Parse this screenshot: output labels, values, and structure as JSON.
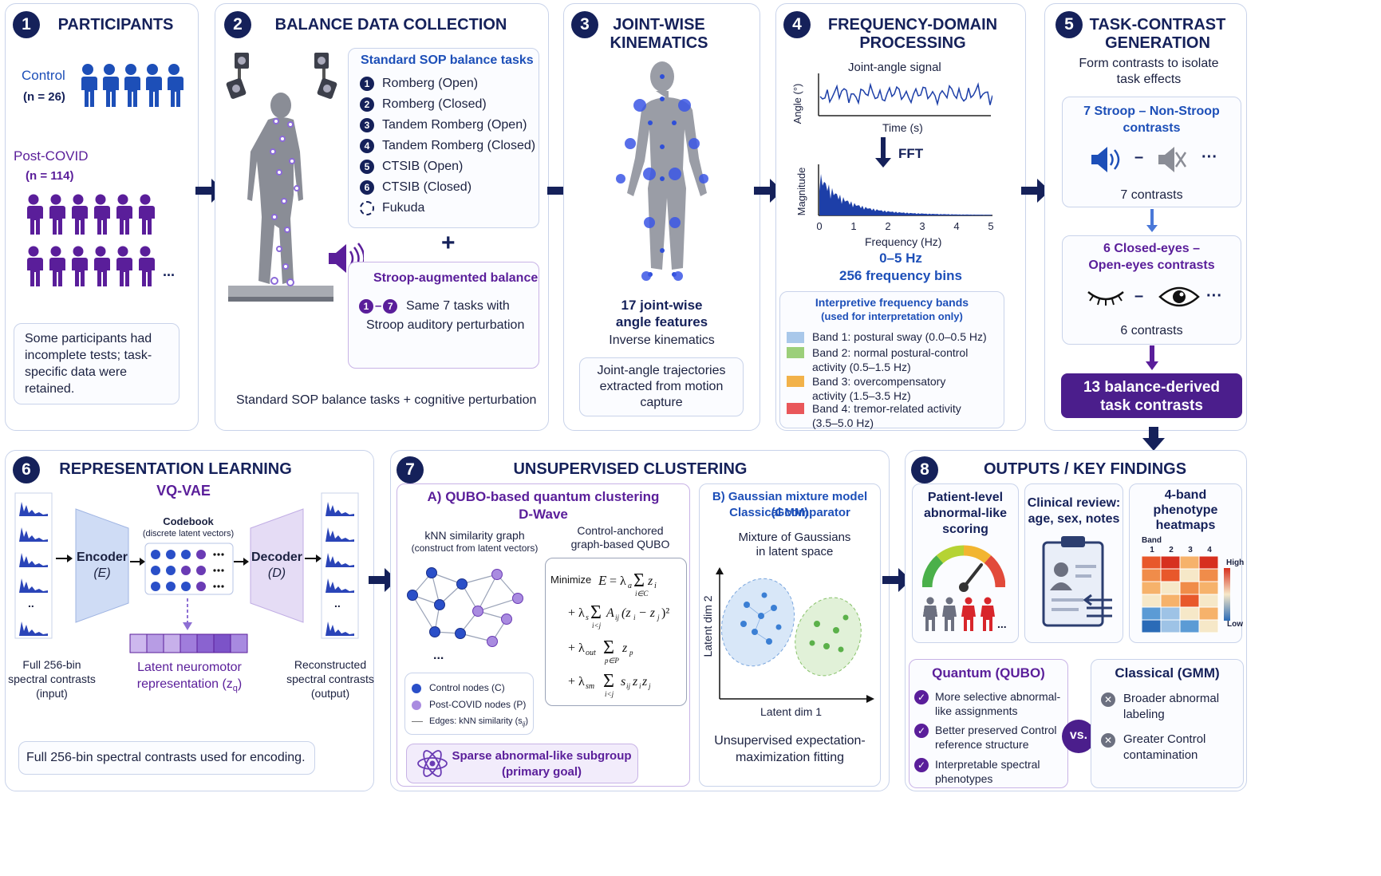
{
  "colors": {
    "navy": "#15215a",
    "blue": "#1d4fb8",
    "purple": "#5a1e9a",
    "panel_border": "#c9d3ea"
  },
  "p1": {
    "num": "1",
    "title": "PARTICIPANTS",
    "control": "Control",
    "control_n": "(n = 26)",
    "post": "Post-COVID",
    "post_n": "(n = 114)",
    "ellipsis": "...",
    "note": "Some participants had incomplete tests; task-specific data were retained."
  },
  "p2": {
    "num": "2",
    "title": "BALANCE DATA COLLECTION",
    "sop_title": "Standard SOP balance tasks",
    "tasks": [
      {
        "n": "1",
        "label": "Romberg (Open)"
      },
      {
        "n": "2",
        "label": "Romberg (Closed)"
      },
      {
        "n": "3",
        "label": "Tandem Romberg (Open)"
      },
      {
        "n": "4",
        "label": "Tandem Romberg (Closed)"
      },
      {
        "n": "5",
        "label": "CTSIB (Open)"
      },
      {
        "n": "6",
        "label": "CTSIB (Closed)"
      }
    ],
    "fukuda": "Fukuda",
    "plus": "+",
    "stroop_title": "Stroop-augmented balance",
    "stroop_range_a": "1",
    "stroop_dash": "–",
    "stroop_range_b": "7",
    "stroop_line1": "Same 7 tasks with",
    "stroop_line2": "Stroop auditory perturbation",
    "caption": "Standard SOP balance tasks + cognitive perturbation"
  },
  "p3": {
    "num": "3",
    "title_l1": "JOINT-WISE",
    "title_l2": "KINEMATICS",
    "feat_l1": "17 joint-wise",
    "feat_l2": "angle features",
    "ik": "Inverse kinematics",
    "box": "Joint-angle trajectories extracted from motion capture"
  },
  "p4": {
    "num": "4",
    "title_l1": "FREQUENCY-DOMAIN",
    "title_l2": "PROCESSING",
    "signal": "Joint-angle signal",
    "angle": "Angle (°)",
    "time": "Time (s)",
    "fft": "FFT",
    "magnitude": "Magnitude",
    "freq": "Frequency (Hz)",
    "ticks": [
      "0",
      "1",
      "2",
      "3",
      "4",
      "5"
    ],
    "range": "0–5 Hz",
    "bins": "256 frequency bins",
    "bands_title": "Interpretive frequency bands",
    "bands_sub": "(used for interpretation only)",
    "bands": [
      {
        "label": "Band 1: postural sway (0.0–0.5 Hz)",
        "color": "#a9c8ea"
      },
      {
        "label": "Band 2: normal postural-control activity (0.5–1.5 Hz)",
        "color": "#9ccf7a"
      },
      {
        "label": "Band 3: overcompensatory activity (1.5–3.5 Hz)",
        "color": "#f2b24a"
      },
      {
        "label": "Band 4: tremor-related activity (3.5–5.0 Hz)",
        "color": "#e9575a"
      }
    ]
  },
  "p5": {
    "num": "5",
    "title_l1": "TASK-CONTRAST",
    "title_l2": "GENERATION",
    "sub": "Form contrasts to isolate task effects",
    "stroop_l1": "7 Stroop – Non-Stroop",
    "stroop_l2": "contrasts",
    "minus": "–",
    "dots": "···",
    "c7": "7 contrasts",
    "closed_l1": "6 Closed-eyes –",
    "closed_l2": "Open-eyes contrasts",
    "c6": "6 contrasts",
    "final_l1": "13 balance-derived",
    "final_l2": "task contrasts"
  },
  "p6": {
    "num": "6",
    "title": "REPRESENTATION LEARNING",
    "model": "VQ-VAE",
    "encoder": "Encoder",
    "enc_sym": "(E)",
    "codebook": "Codebook",
    "codebook_sub": "(discrete latent vectors)",
    "decoder": "Decoder",
    "dec_sym": "(D)",
    "latent": "Latent neuromotor",
    "latent2": "representation (z",
    "latent_sub": "q",
    "latent_end": ")",
    "in_l1": "Full 256-bin",
    "in_l2": "spectral contrasts",
    "in_l3": "(input)",
    "out_l1": "Reconstructed",
    "out_l2": "spectral contrasts",
    "out_l3": "(output)",
    "dots": "..",
    "caption": "Full 256-bin spectral contrasts used for encoding."
  },
  "p7": {
    "num": "7",
    "title": "UNSUPERVISED CLUSTERING",
    "a_title": "A) QUBO-based quantum clustering",
    "a_sub": "D-Wave",
    "knn": "kNN similarity graph",
    "knn_sub": "(construct from latent vectors)",
    "qubo_l1": "Control-anchored",
    "qubo_l2": "graph-based QUBO",
    "minimize": "Minimize",
    "graph_dots": "...",
    "leg_control": "Control nodes (C)",
    "leg_post": "Post-COVID nodes (P)",
    "leg_edges": "Edges: kNN similarity (s",
    "leg_edges_sub": "ij",
    "leg_edges_end": ")",
    "goal_l1": "Sparse abnormal-like subgroup",
    "goal_l2": "(primary goal)",
    "b_title": "B) Gaussian mixture model (GMM)",
    "b_sub": "Classical comparator",
    "mix_l1": "Mixture of Gaussians",
    "mix_l2": "in latent space",
    "ydim": "Latent dim 2",
    "xdim": "Latent dim 1",
    "em_l1": "Unsupervised expectation-",
    "em_l2": "maximization fitting"
  },
  "p8": {
    "num": "8",
    "title": "OUTPUTS / KEY FINDINGS",
    "score_l1": "Patient-level",
    "score_l2": "abnormal-like",
    "score_l3": "scoring",
    "review_l1": "Clinical review:",
    "review_l2": "age, sex, notes",
    "heat_l1": "4-band",
    "heat_l2": "phenotype",
    "heat_l3": "heatmaps",
    "band": "Band",
    "band_ticks": [
      "1",
      "2",
      "3",
      "4"
    ],
    "high": "High",
    "low": "Low",
    "dots": "...",
    "q_title": "Quantum (QUBO)",
    "q_items": [
      "More selective abnormal-like assignments",
      "Better preserved Control reference structure",
      "Interpretable spectral phenotypes"
    ],
    "vs": "vs.",
    "c_title": "Classical (GMM)",
    "c_items": [
      "Broader abnormal labeling",
      "Greater Control contamination"
    ]
  }
}
